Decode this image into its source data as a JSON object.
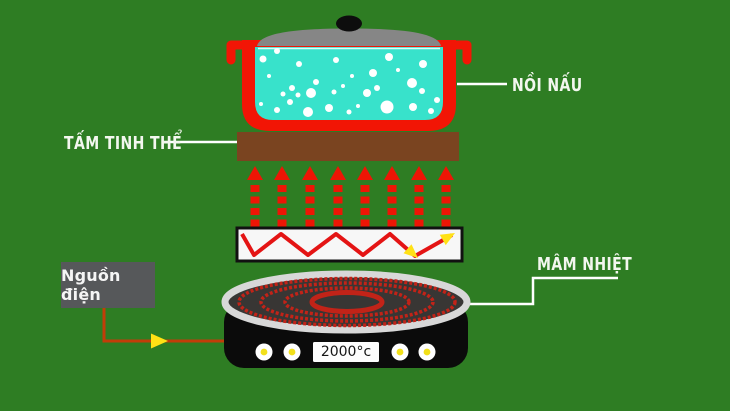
{
  "diagram": {
    "labels": {
      "pot": "NỒI NẤU",
      "crystal_plate": "TẤM TINH THỂ",
      "heating_plate": "MÂM NHIỆT",
      "power_source": "Nguồn điện",
      "temperature": "2000°c"
    },
    "colors": {
      "background": "#2e7d23",
      "pot_red": "#f21505",
      "water_cyan": "#38e2cb",
      "lid_gray": "#868686",
      "plate_brown": "#7a4420",
      "heat_arrow_red": "#ee1505",
      "coil_zigzag_red": "#e41414",
      "coil_ring_red": "#c22318",
      "wire_orange": "#c23d08",
      "arrow_yellow": "#ffe115",
      "cooker_black": "#0b0b0b",
      "rim_silver": "#d8d8d8",
      "label_white": "#f3f7ef"
    }
  }
}
